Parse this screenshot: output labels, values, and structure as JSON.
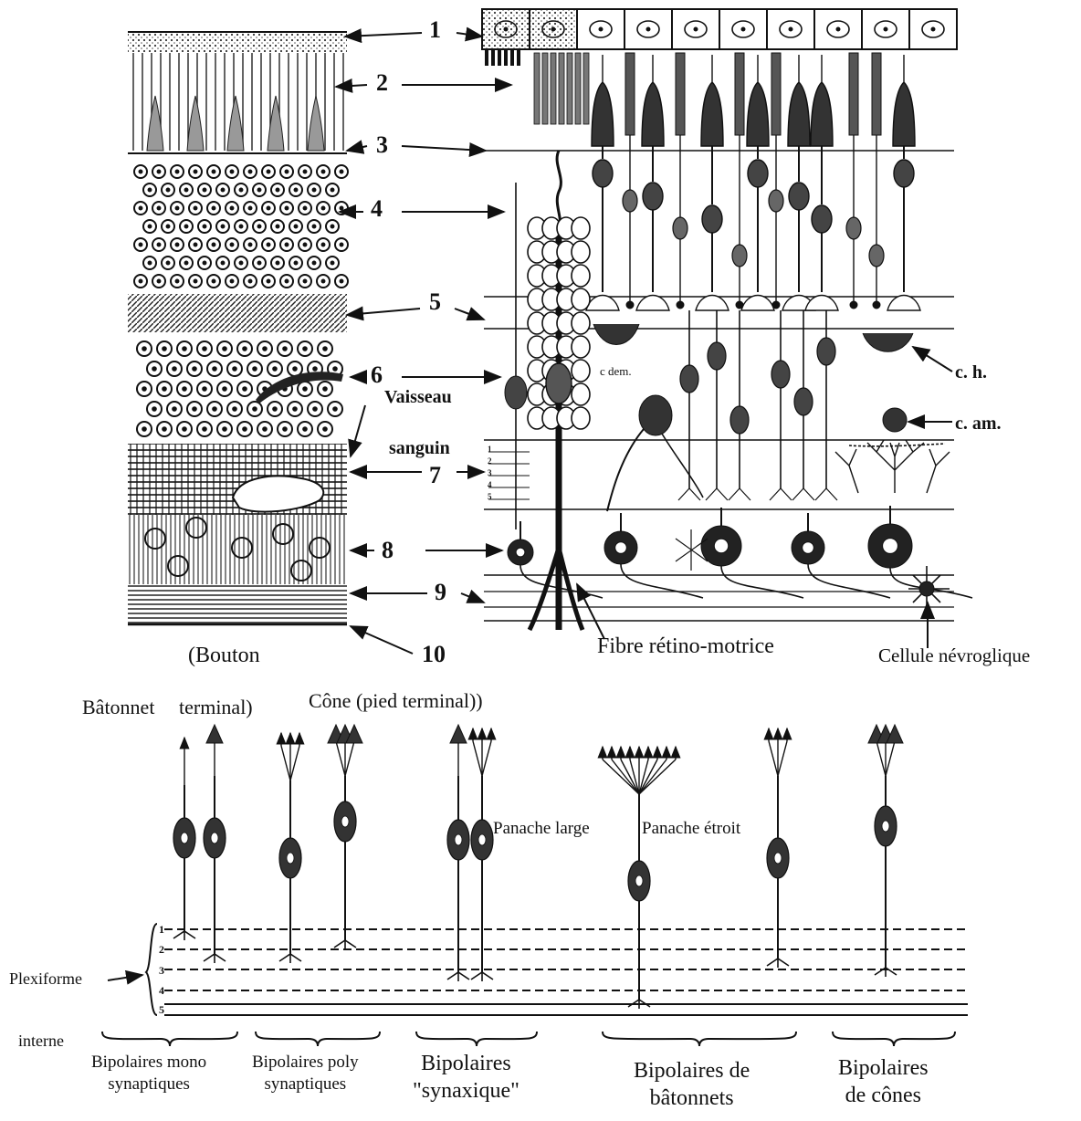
{
  "layer_numbers": [
    "1",
    "2",
    "3",
    "4",
    "5",
    "6",
    "7",
    "8",
    "9",
    "10"
  ],
  "cell_labels": {
    "c_h": "c. h.",
    "c_am": "c. am.",
    "c_dem": "c dem.",
    "vaisseau": "Vaisseau",
    "sanguin": "sanguin",
    "bouton": "(Bouton",
    "fibre": "Fibre rétino-motrice",
    "cellule": "Cellule névroglique",
    "batonnet": "Bâtonnet",
    "terminal": "terminal)",
    "cone": "Cône (pied terminal))",
    "panache_large": "Panache large",
    "panache_etroit": "Panache étroit"
  },
  "plexiform": {
    "label1": "Plexiforme",
    "label2": "interne",
    "strata": [
      "1",
      "2",
      "3",
      "4",
      "5"
    ]
  },
  "groups": [
    {
      "line1": "Bipolaires mono",
      "line2": "synaptiques"
    },
    {
      "line1": "Bipolaires poly",
      "line2": "synaptiques"
    },
    {
      "line1": "Bipolaires",
      "line2": "\"synaxique\""
    },
    {
      "line1": "Bipolaires de",
      "line2": "bâtonnets"
    },
    {
      "line1": "Bipolaires",
      "line2": "de cônes"
    }
  ],
  "sublayer_numbers": [
    "1",
    "2",
    "3",
    "4",
    "5"
  ]
}
